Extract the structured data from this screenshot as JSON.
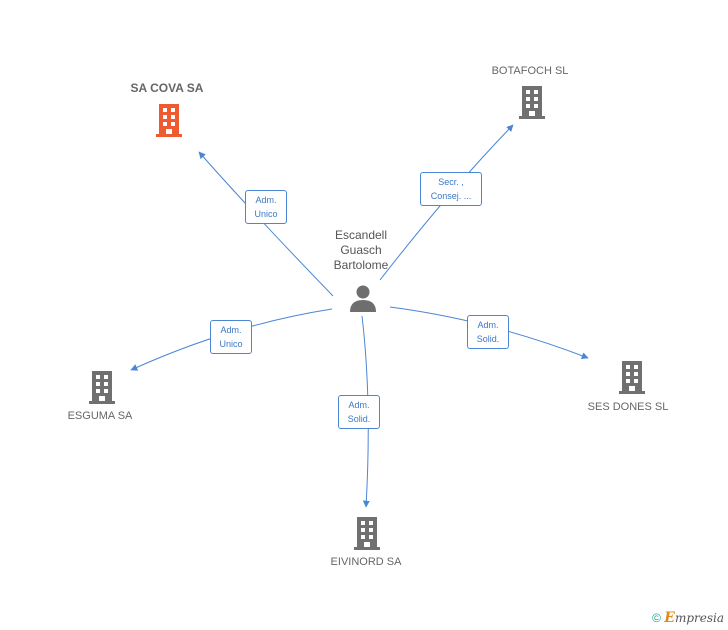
{
  "center": {
    "name_lines": [
      "Escandell",
      "Guasch",
      "Bartolome"
    ],
    "icon": "person-icon"
  },
  "companies": [
    {
      "id": "sa-cova",
      "name": "SA COVA SA",
      "icon": "building-icon",
      "color": "#f05a30"
    },
    {
      "id": "botafoch",
      "name": "BOTAFOCH SL",
      "icon": "building-icon",
      "color": "#707070"
    },
    {
      "id": "esguma",
      "name": "ESGUMA SA",
      "icon": "building-icon",
      "color": "#707070"
    },
    {
      "id": "eivinord",
      "name": "EIVINORD SA",
      "icon": "building-icon",
      "color": "#707070"
    },
    {
      "id": "ses-dones",
      "name": "SES DONES SL",
      "icon": "building-icon",
      "color": "#707070"
    }
  ],
  "edges": [
    {
      "to": "sa-cova",
      "label_lines": [
        "Adm.",
        "Unico"
      ]
    },
    {
      "to": "botafoch",
      "label_lines": [
        "Secr. ,",
        "Consej. ..."
      ]
    },
    {
      "to": "esguma",
      "label_lines": [
        "Adm.",
        "Unico"
      ]
    },
    {
      "to": "eivinord",
      "label_lines": [
        "Adm.",
        "Solid."
      ]
    },
    {
      "to": "ses-dones",
      "label_lines": [
        "Adm.",
        "Solid."
      ]
    }
  ],
  "footer": {
    "copyright": "©",
    "brand_initial": "E",
    "brand_rest": "mpresia"
  },
  "colors": {
    "edge": "#4a86d4",
    "highlight": "#f05a30",
    "neutral": "#707070"
  }
}
